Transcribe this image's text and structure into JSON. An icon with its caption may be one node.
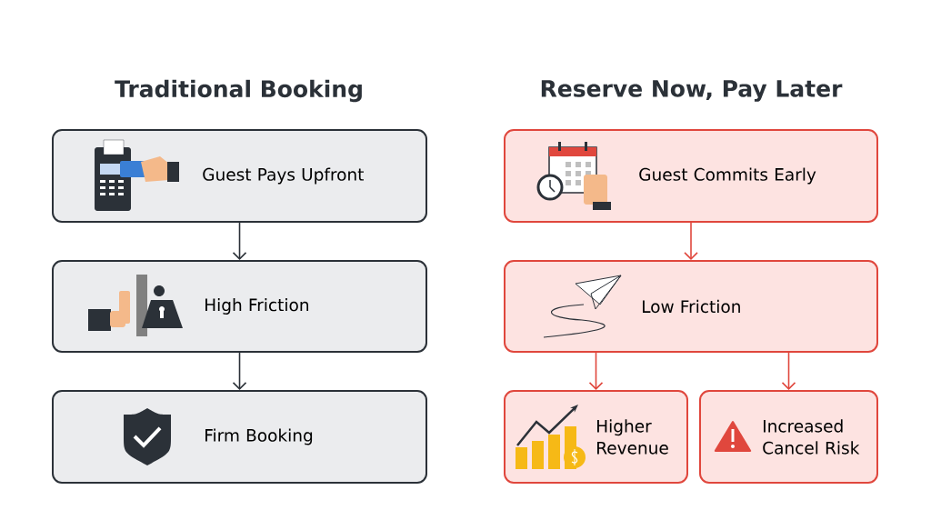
{
  "diagram": {
    "nodes": [
      {
        "text": [
          "Guest Pays Upfront"
        ]
      },
      {
        "text": [
          "High Friction"
        ]
      },
      {
        "text": [
          "Firm Booking"
        ]
      },
      {
        "text": [
          "Guest Commits Early"
        ]
      },
      {
        "text": [
          "Low Friction"
        ]
      },
      {
        "text": [
          "Higher Revenue"
        ]
      },
      {
        "text": [
          "Increased Cancel Risk"
        ]
      }
    ],
    "edges": [
      {
        "from": 0,
        "to": 1,
        "arrow": "to",
        "color": "#2b3138"
      },
      {
        "from": 1,
        "to": 2,
        "arrow": "to",
        "color": "#2b3138"
      },
      {
        "from": 3,
        "to": 4,
        "arrow": "to",
        "color": "#e0473d"
      },
      {
        "from": 4,
        "to": 5,
        "arrow": "to",
        "color": "#e0473d"
      },
      {
        "from": 4,
        "to": 6,
        "arrow": "to",
        "color": "#e0473d"
      }
    ],
    "labels": [
      "Traditional Booking",
      "Reserve Now, Pay Later"
    ]
  }
}
